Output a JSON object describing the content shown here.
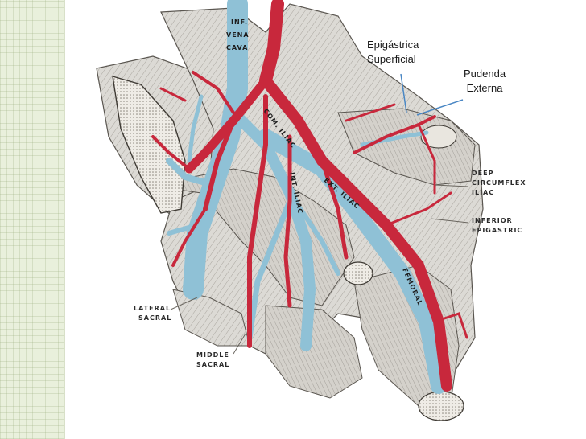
{
  "annotations": {
    "epigastrica": {
      "line1": "Epigástrica",
      "line2": "Superficial"
    },
    "pudenda": {
      "line1": "Pudenda",
      "line2": "Externa"
    }
  },
  "vessel_labels": {
    "inf_vena_cava": {
      "line1": "INF.",
      "line2": "VENA",
      "line3": "CAVA"
    },
    "com_iliac": "COM. ILIAC",
    "int_iliac": "INT. ILIAC",
    "ext_iliac": "EXT. ILIAC",
    "femoral": "FEMORAL"
  },
  "side_labels": {
    "deep_circumflex": {
      "line1": "DEEP",
      "line2": "CIRCUMFLEX",
      "line3": "ILIAC"
    },
    "inferior_epigastric": {
      "line1": "INFERIOR",
      "line2": "EPIGASTRIC"
    },
    "lateral_sacral": {
      "line1": "LATERAL",
      "line2": "SACRAL"
    },
    "middle_sacral": {
      "line1": "MIDDLE",
      "line2": "SACRAL"
    }
  },
  "colors": {
    "artery": "#c8283c",
    "vein": "#8fc1d6",
    "tissue": "#d9d7d2",
    "tissue_dark": "#8f8b84",
    "sidebar": "#e9f0dc"
  }
}
